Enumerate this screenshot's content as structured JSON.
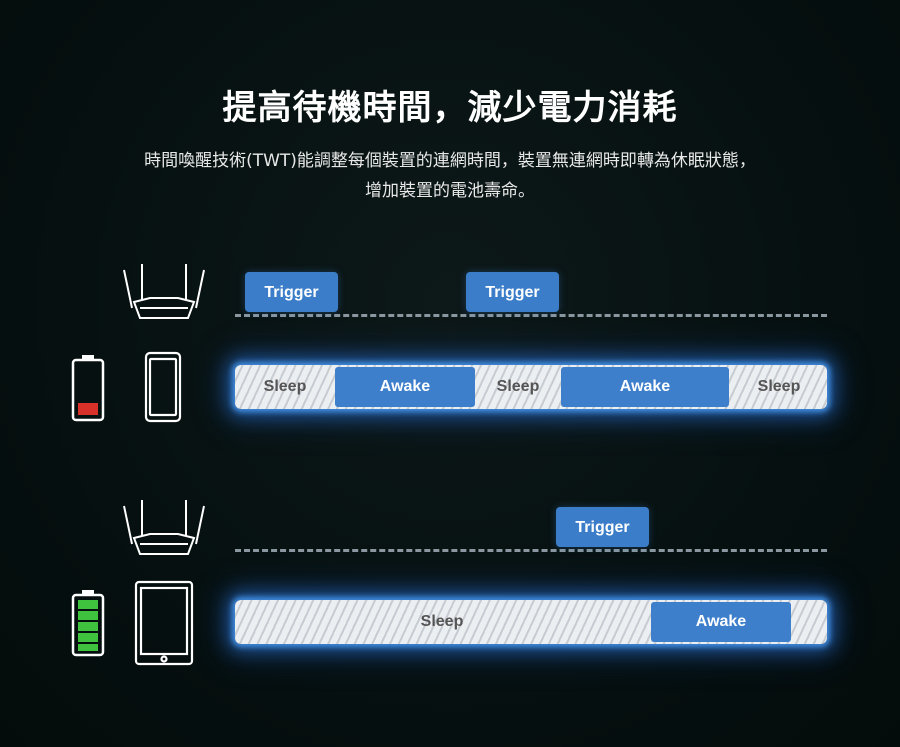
{
  "title": "提高待機時間，減少電力消耗",
  "subtitle": {
    "line1": "時間喚醒技術(TWT)能調整每個裝置的連網時間，裝置無連網時即轉為休眠狀態，",
    "line2": "增加裝置的電池壽命。"
  },
  "rows": [
    {
      "device": "phone-icon",
      "battery": {
        "level": 0.2,
        "color": "#d8312a"
      },
      "triggers": [
        "Trigger",
        "Trigger"
      ],
      "segments": [
        "Sleep",
        "Awake",
        "Sleep",
        "Awake",
        "Sleep"
      ]
    },
    {
      "device": "tablet-icon",
      "battery": {
        "level": 1.0,
        "color": "#3fc33f"
      },
      "triggers": [
        "Trigger"
      ],
      "segments": [
        "Sleep",
        "Awake"
      ]
    }
  ],
  "colors": {
    "accent": "#3e7fcc",
    "glow": "#4aa0ff"
  }
}
